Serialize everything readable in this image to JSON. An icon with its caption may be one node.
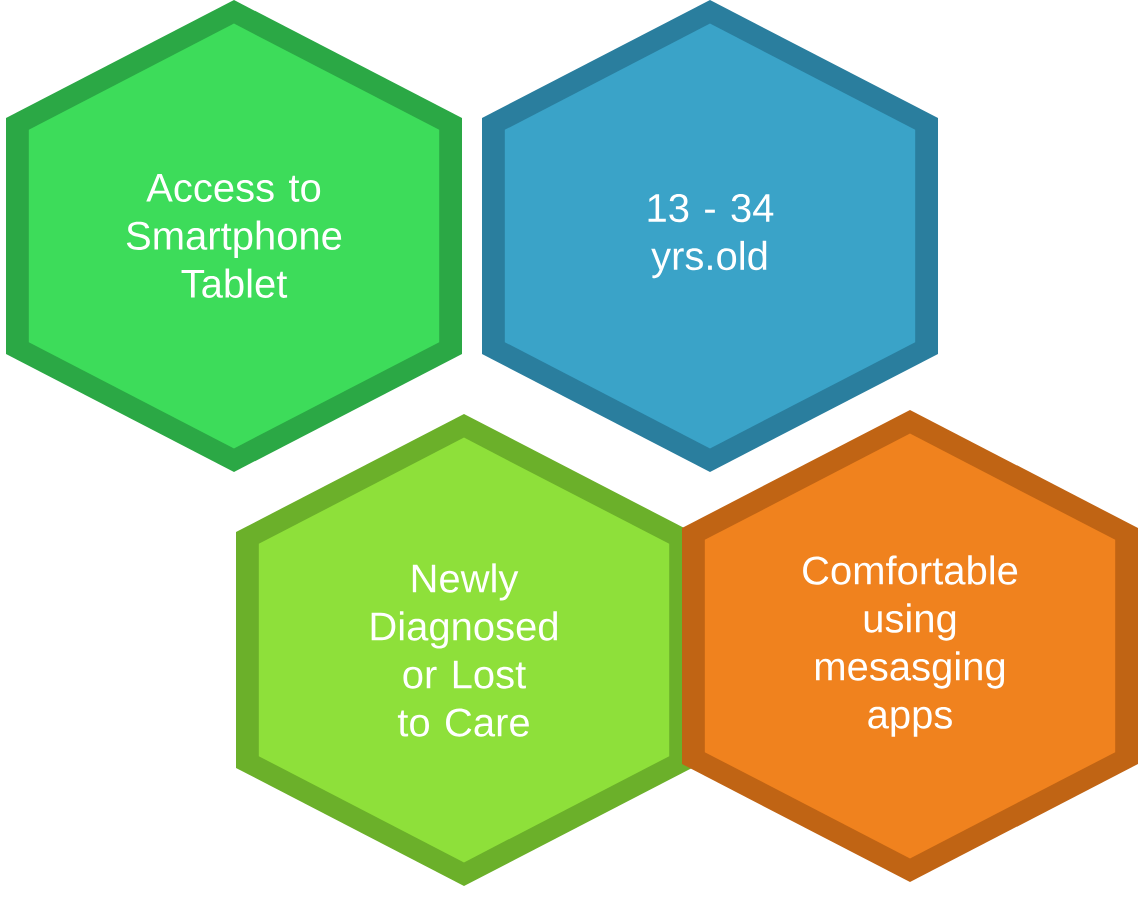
{
  "diagram": {
    "nodes": [
      {
        "text": [
          "Access to Smartphone Tablet"
        ]
      },
      {
        "text": [
          "13 - 34 yrs.old"
        ]
      },
      {
        "text": [
          "Newly Diagnosed or Lost to Care"
        ]
      },
      {
        "text": [
          "Comfortable using mesasging apps"
        ]
      }
    ]
  }
}
